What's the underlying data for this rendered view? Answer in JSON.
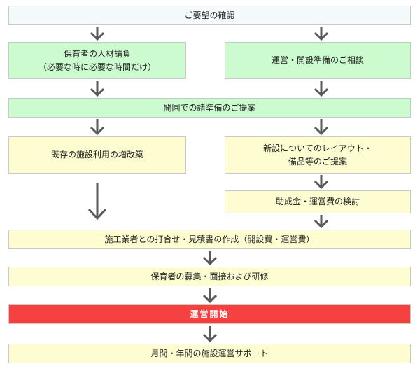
{
  "steps": {
    "confirm": "ご要望の確認",
    "staffing": [
      "保育者の人材請負",
      "（必要な時に必要な時間だけ）"
    ],
    "consult": "運営・開設準備のご相談",
    "proposal_opening": "開園での諸準備のご提案",
    "existing_facility": "既存の施設利用の増改築",
    "new_layout": [
      "新設についてのレイアウト・",
      "備品等のご提案"
    ],
    "subsidy": "助成金・運営費の検討",
    "contractor": "施工業者との打合せ・見積書の作成（開設費・運営費）",
    "recruit": "保育者の募集・面接および研修",
    "start": "運営開始",
    "support": "月間・年間の施設運営サポート"
  },
  "colors": {
    "arrow": "#595959",
    "start_bg": "#f64141",
    "green_bg": "#ccfbcf",
    "yellow_bg": "#fdfdd1",
    "blue_bg": "#f4f9fc"
  }
}
